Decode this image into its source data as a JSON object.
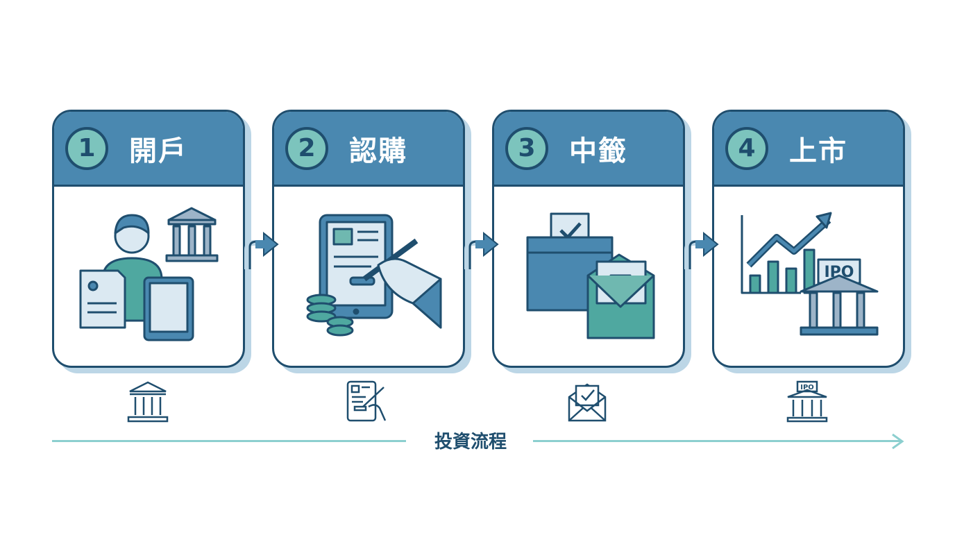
{
  "steps": [
    {
      "number": "1",
      "title": "開戶"
    },
    {
      "number": "2",
      "title": "認購"
    },
    {
      "number": "3",
      "title": "中籤"
    },
    {
      "number": "4",
      "title": "上市"
    }
  ],
  "ipo_label": "IPO",
  "timeline_label": "投資流程",
  "colors": {
    "header": "#4a88b0",
    "border": "#1f4e6e",
    "accent": "#7cc4bd",
    "shadow": "#bcd6e6",
    "timeline": "#8ccfcf"
  }
}
